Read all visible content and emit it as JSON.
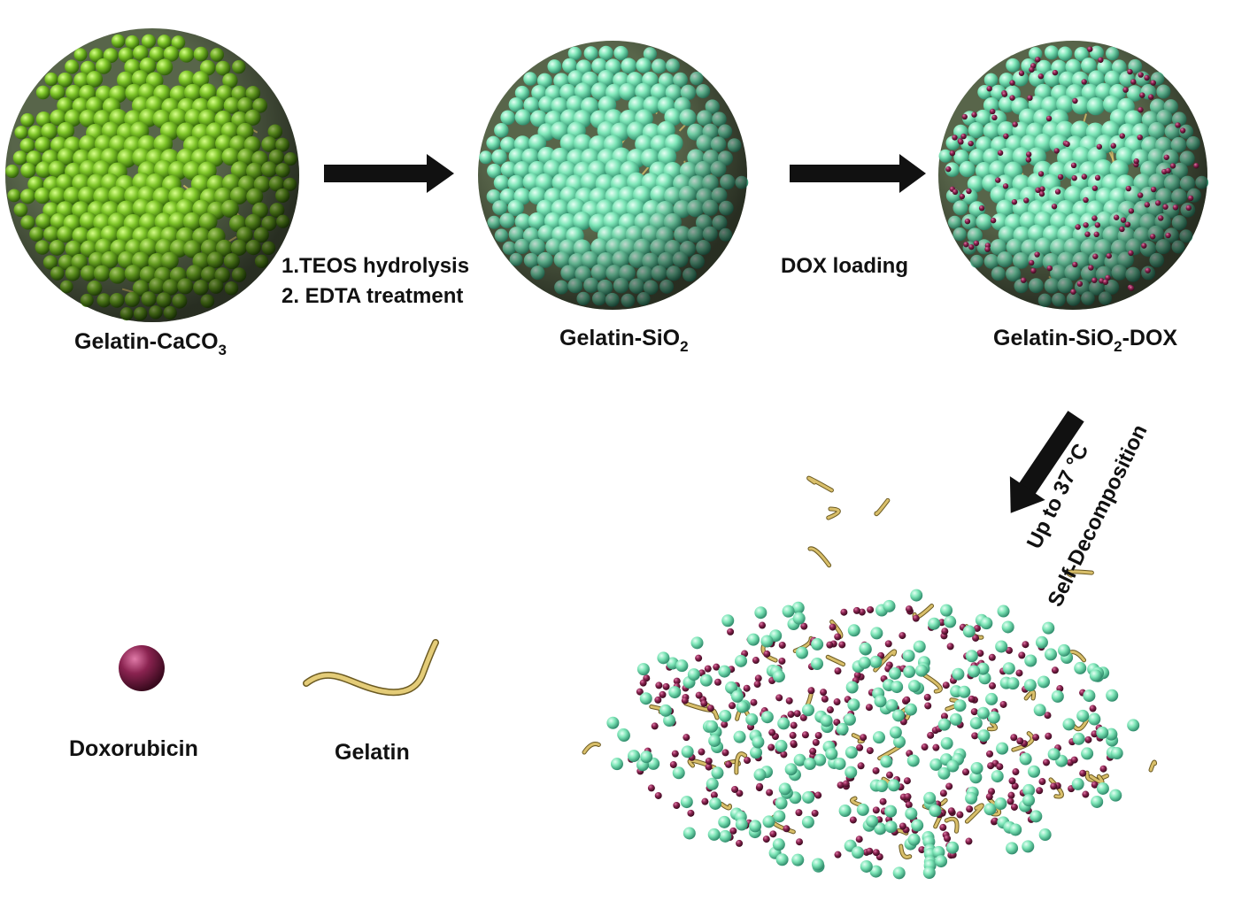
{
  "stages": [
    {
      "name": "sphere-gelatin-caco3",
      "label_main": "Gelatin-CaCO",
      "label_sub": "3",
      "label_tail": "",
      "bead_color": "#7ec528",
      "dox": false
    },
    {
      "name": "sphere-gelatin-sio2",
      "label_main": "Gelatin-SiO",
      "label_sub": "2",
      "label_tail": "",
      "bead_color": "#7ee6b8",
      "dox": false
    },
    {
      "name": "sphere-gelatin-sio2-dox",
      "label_main": "Gelatin-SiO",
      "label_sub": "2",
      "label_tail": "-DOX",
      "bead_color": "#7ee6b8",
      "dox": true
    }
  ],
  "steps": {
    "step1_line1": "1.TEOS hydrolysis",
    "step1_line2": "2. EDTA treatment",
    "step2": "DOX loading",
    "step3_line1": "Up to 37 °C",
    "step3_line2": "Self-Decomposition"
  },
  "legend": {
    "doxorubicin": "Doxorubicin",
    "gelatin": "Gelatin"
  },
  "colors": {
    "caco3_bead": "#7ec528",
    "sio2_bead": "#7ee6b8",
    "dox": "#7a1f45",
    "gelatin": "#d9bf6a",
    "arrow": "#111111"
  }
}
